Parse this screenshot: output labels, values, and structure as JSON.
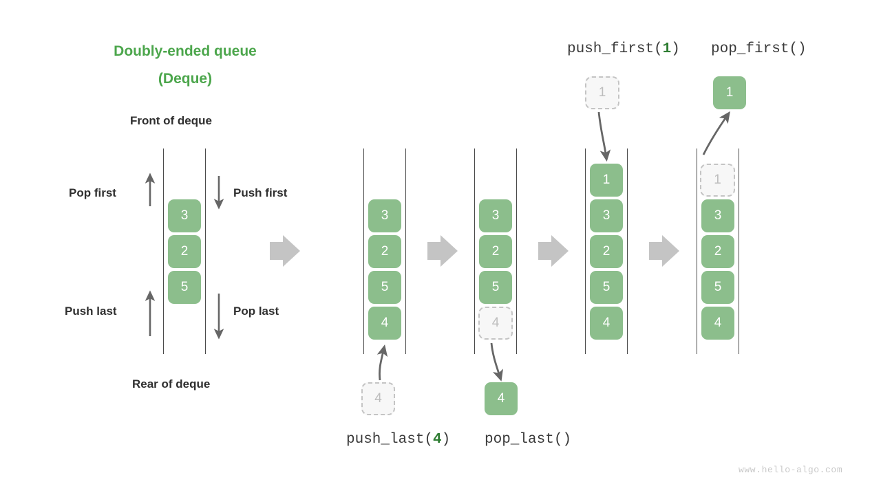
{
  "title": {
    "line1": "Doubly-ended queue",
    "line2": "(Deque)",
    "color": "#4CA64C"
  },
  "labels": {
    "front": "Front of deque",
    "rear": "Rear of deque",
    "pop_first": "Pop first",
    "push_first": "Push first",
    "push_last": "Push last",
    "pop_last": "Pop last"
  },
  "operations": {
    "push_first": {
      "name": "push_first",
      "arg": "1",
      "open": "(",
      "close": ")"
    },
    "pop_first": {
      "name": "pop_first",
      "arg": "",
      "open": "(",
      "close": ")"
    },
    "push_last": {
      "name": "push_last",
      "arg": "4",
      "open": "(",
      "close": ")"
    },
    "pop_last": {
      "name": "pop_last",
      "arg": "",
      "open": "(",
      "close": ")"
    }
  },
  "colors": {
    "green_fill": "#8cbe8c",
    "green_text": "#2e7d32",
    "ghost_fill": "#f7f7f7",
    "ghost_border": "#c4c4c4",
    "ghost_text": "#bdbdbd",
    "rail": "#4a4a4a",
    "arrow_gray": "#c4c4c4",
    "thin_arrow": "#666666",
    "label_text": "#2f2f2f"
  },
  "stages": [
    {
      "id": "initial",
      "items": [
        "3",
        "2",
        "5"
      ],
      "ghost_index": -1,
      "detached": null
    },
    {
      "id": "after-push-last",
      "items": [
        "3",
        "2",
        "5",
        "4"
      ],
      "ghost_index": -1,
      "detached": {
        "value": "4",
        "state": "ghost",
        "position": "below"
      }
    },
    {
      "id": "during-pop-last",
      "items": [
        "3",
        "2",
        "5",
        "4"
      ],
      "ghost_index": 3,
      "detached": {
        "value": "4",
        "state": "solid",
        "position": "below"
      }
    },
    {
      "id": "after-push-first",
      "items": [
        "1",
        "3",
        "2",
        "5",
        "4"
      ],
      "ghost_index": -1,
      "detached": {
        "value": "1",
        "state": "ghost",
        "position": "above"
      }
    },
    {
      "id": "during-pop-first",
      "items": [
        "1",
        "3",
        "2",
        "5",
        "4"
      ],
      "ghost_index": 0,
      "detached": {
        "value": "1",
        "state": "solid",
        "position": "above"
      }
    }
  ],
  "watermark": "www.hello-algo.com"
}
